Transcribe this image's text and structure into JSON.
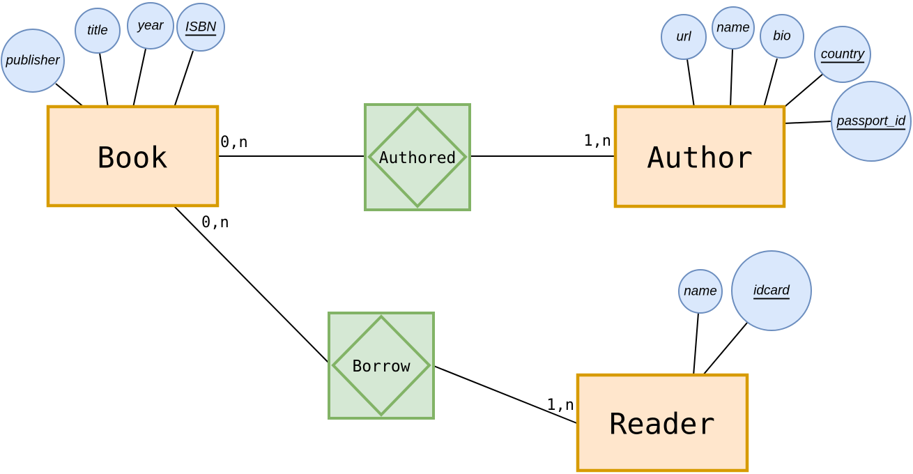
{
  "diagram": {
    "kind": "entity-relationship-diagram",
    "entities": [
      {
        "name": "Book",
        "attributes": [
          {
            "label": "publisher",
            "is_key": false
          },
          {
            "label": "title",
            "is_key": false
          },
          {
            "label": "year",
            "is_key": false
          },
          {
            "label": "ISBN",
            "is_key": true
          }
        ]
      },
      {
        "name": "Author",
        "attributes": [
          {
            "label": "url",
            "is_key": false
          },
          {
            "label": "name",
            "is_key": false
          },
          {
            "label": "bio",
            "is_key": false
          },
          {
            "label": "country",
            "is_key": true
          },
          {
            "label": "passport_id",
            "is_key": true
          }
        ]
      },
      {
        "name": "Reader",
        "attributes": [
          {
            "label": "name",
            "is_key": false
          },
          {
            "label": "idcard",
            "is_key": true
          }
        ]
      }
    ],
    "relationships": [
      {
        "name": "Authored",
        "source": "Book",
        "target": "Author",
        "source_cardinality": "0,n",
        "target_cardinality": "1,n"
      },
      {
        "name": "Borrow",
        "source": "Book",
        "target": "Reader",
        "source_cardinality": "0,n",
        "target_cardinality": "1,n"
      }
    ],
    "colors": {
      "entity_fill": "#FFE6CC",
      "entity_border": "#D79B00",
      "attribute_fill": "#DAE8FC",
      "attribute_border": "#6C8EBF",
      "relationship_fill": "#D5E8D4",
      "relationship_border": "#82B366",
      "line": "#000000",
      "text": "#000000",
      "background": "#FFFFFF"
    }
  }
}
